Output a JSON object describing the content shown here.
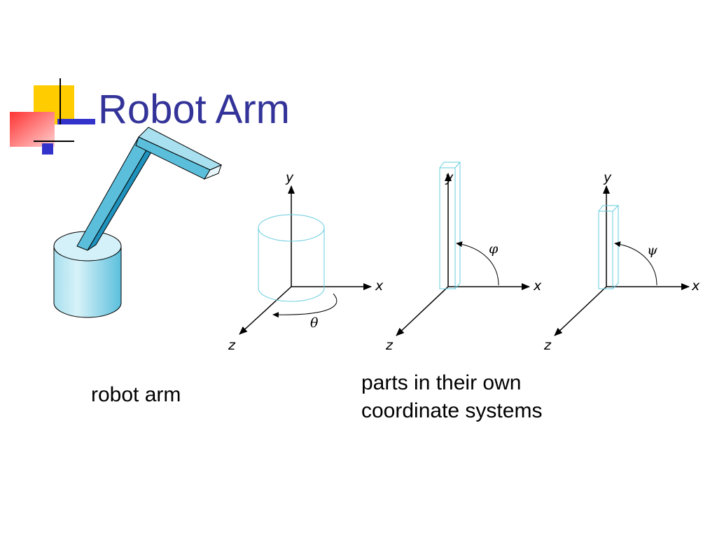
{
  "slide": {
    "title": "Robot Arm",
    "captions": {
      "left": "robot arm",
      "right": "parts in their own coordinate systems"
    }
  },
  "figure": {
    "axis_labels": {
      "x": "x",
      "y": "y",
      "z": "z"
    },
    "angle_labels": {
      "theta": "θ",
      "phi": "φ",
      "psi": "ψ"
    }
  },
  "colors": {
    "title": "#333399",
    "arm_face": "#5bbfdc",
    "arm_light": "#a8e0ef",
    "arm_dark": "#1f93bd",
    "wire": "#66ccdd",
    "deco_yellow": "#ffcc00",
    "deco_red": "#ff3333",
    "deco_blue": "#3333cc"
  }
}
